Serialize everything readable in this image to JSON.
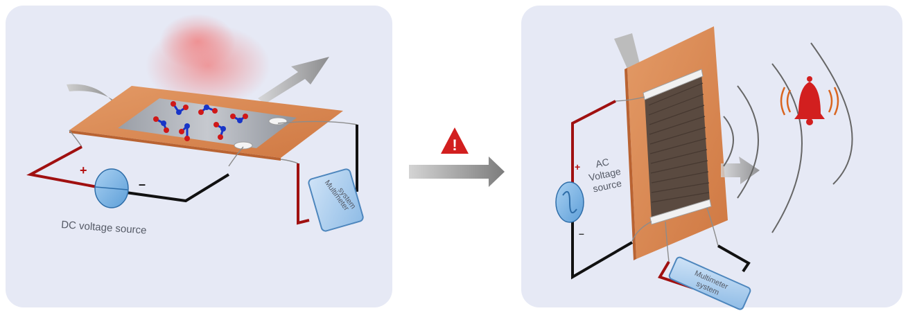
{
  "left_panel": {
    "source_label": "DC voltage source",
    "plus_sign": "+",
    "minus_sign": "–",
    "meter_line1": "Multimeter",
    "meter_line2": "system"
  },
  "center": {
    "warning_glyph": "!"
  },
  "right_panel": {
    "source_line1": "AC",
    "source_line2": "Voltage",
    "source_line3": "source",
    "plus_sign": "+",
    "minus_sign": "–",
    "meter_line1": "Multimeter",
    "meter_line2": "system"
  },
  "colors": {
    "panel_bg": "#e6e9f5",
    "copper": "#d9874f",
    "wire_red": "#a01010",
    "wire_black": "#111111",
    "warning_red": "#d21f1f",
    "source_blue": "#7ab3e6",
    "molecule_red": "#d01818",
    "molecule_blue": "#1835c8"
  },
  "icons": [
    "gas-molecule-icon",
    "warning-triangle-icon",
    "alarm-bell-icon",
    "sinewave-icon"
  ]
}
